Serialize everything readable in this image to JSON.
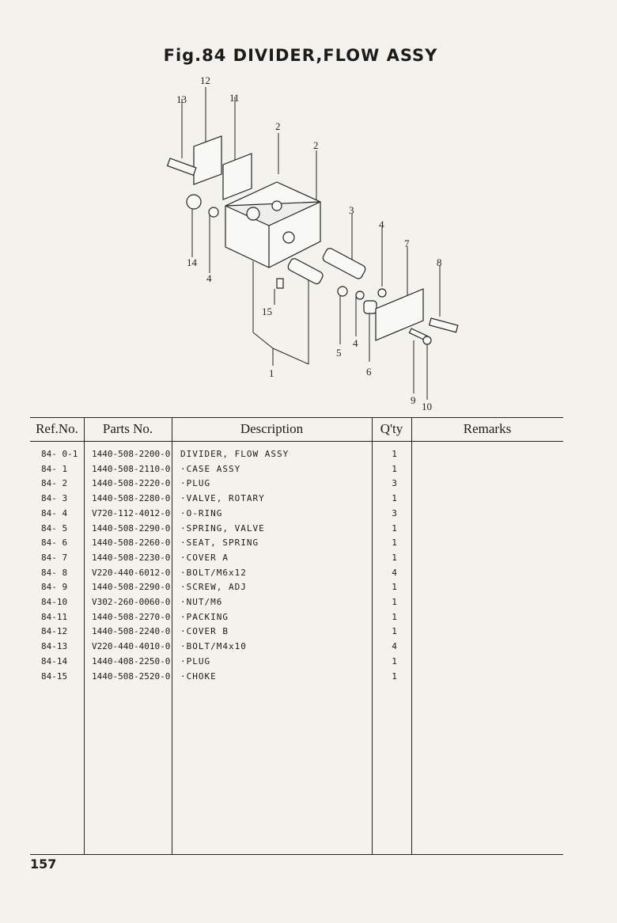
{
  "figure": {
    "title": "Fig.84  DIVIDER,FLOW ASSY",
    "callouts": [
      "12",
      "13",
      "11",
      "2",
      "2",
      "3",
      "4",
      "7",
      "8",
      "14",
      "4",
      "15",
      "5",
      "4",
      "6",
      "1",
      "9",
      "10"
    ]
  },
  "table": {
    "headers": {
      "ref": "Ref.No.",
      "part": "Parts  No.",
      "desc": "Description",
      "qty": "Q'ty",
      "remarks": "Remarks"
    },
    "rows": [
      {
        "ref": "84- 0-1",
        "part": "1440-508-2200-0",
        "desc": "DIVIDER, FLOW ASSY",
        "qty": "1",
        "remarks": ""
      },
      {
        "ref": "84- 1",
        "part": "1440-508-2110-0",
        "desc": "·CASE ASSY",
        "qty": "1",
        "remarks": ""
      },
      {
        "ref": "84- 2",
        "part": "1440-508-2220-0",
        "desc": "·PLUG",
        "qty": "3",
        "remarks": ""
      },
      {
        "ref": "84- 3",
        "part": "1440-508-2280-0",
        "desc": "·VALVE, ROTARY",
        "qty": "1",
        "remarks": ""
      },
      {
        "ref": "84- 4",
        "part": "V720-112-4012-0",
        "desc": "·O-RING",
        "qty": "3",
        "remarks": ""
      },
      {
        "ref": "84- 5",
        "part": "1440-508-2290-0",
        "desc": "·SPRING, VALVE",
        "qty": "1",
        "remarks": ""
      },
      {
        "ref": "84- 6",
        "part": "1440-508-2260-0",
        "desc": "·SEAT, SPRING",
        "qty": "1",
        "remarks": ""
      },
      {
        "ref": "84- 7",
        "part": "1440-508-2230-0",
        "desc": "·COVER A",
        "qty": "1",
        "remarks": ""
      },
      {
        "ref": "84- 8",
        "part": "V220-440-6012-0",
        "desc": "·BOLT/M6x12",
        "qty": "4",
        "remarks": ""
      },
      {
        "ref": "84- 9",
        "part": "1440-508-2290-0",
        "desc": "·SCREW, ADJ",
        "qty": "1",
        "remarks": ""
      },
      {
        "ref": "84-10",
        "part": "V302-260-0060-0",
        "desc": "·NUT/M6",
        "qty": "1",
        "remarks": ""
      },
      {
        "ref": "84-11",
        "part": "1440-508-2270-0",
        "desc": "·PACKING",
        "qty": "1",
        "remarks": ""
      },
      {
        "ref": "84-12",
        "part": "1440-508-2240-0",
        "desc": "·COVER B",
        "qty": "1",
        "remarks": ""
      },
      {
        "ref": "84-13",
        "part": "V220-440-4010-0",
        "desc": "·BOLT/M4x10",
        "qty": "4",
        "remarks": ""
      },
      {
        "ref": "84-14",
        "part": "1440-408-2250-0",
        "desc": "·PLUG",
        "qty": "1",
        "remarks": ""
      },
      {
        "ref": "84-15",
        "part": "1440-508-2520-0",
        "desc": "·CHOKE",
        "qty": "1",
        "remarks": ""
      }
    ]
  },
  "page_number": "157"
}
